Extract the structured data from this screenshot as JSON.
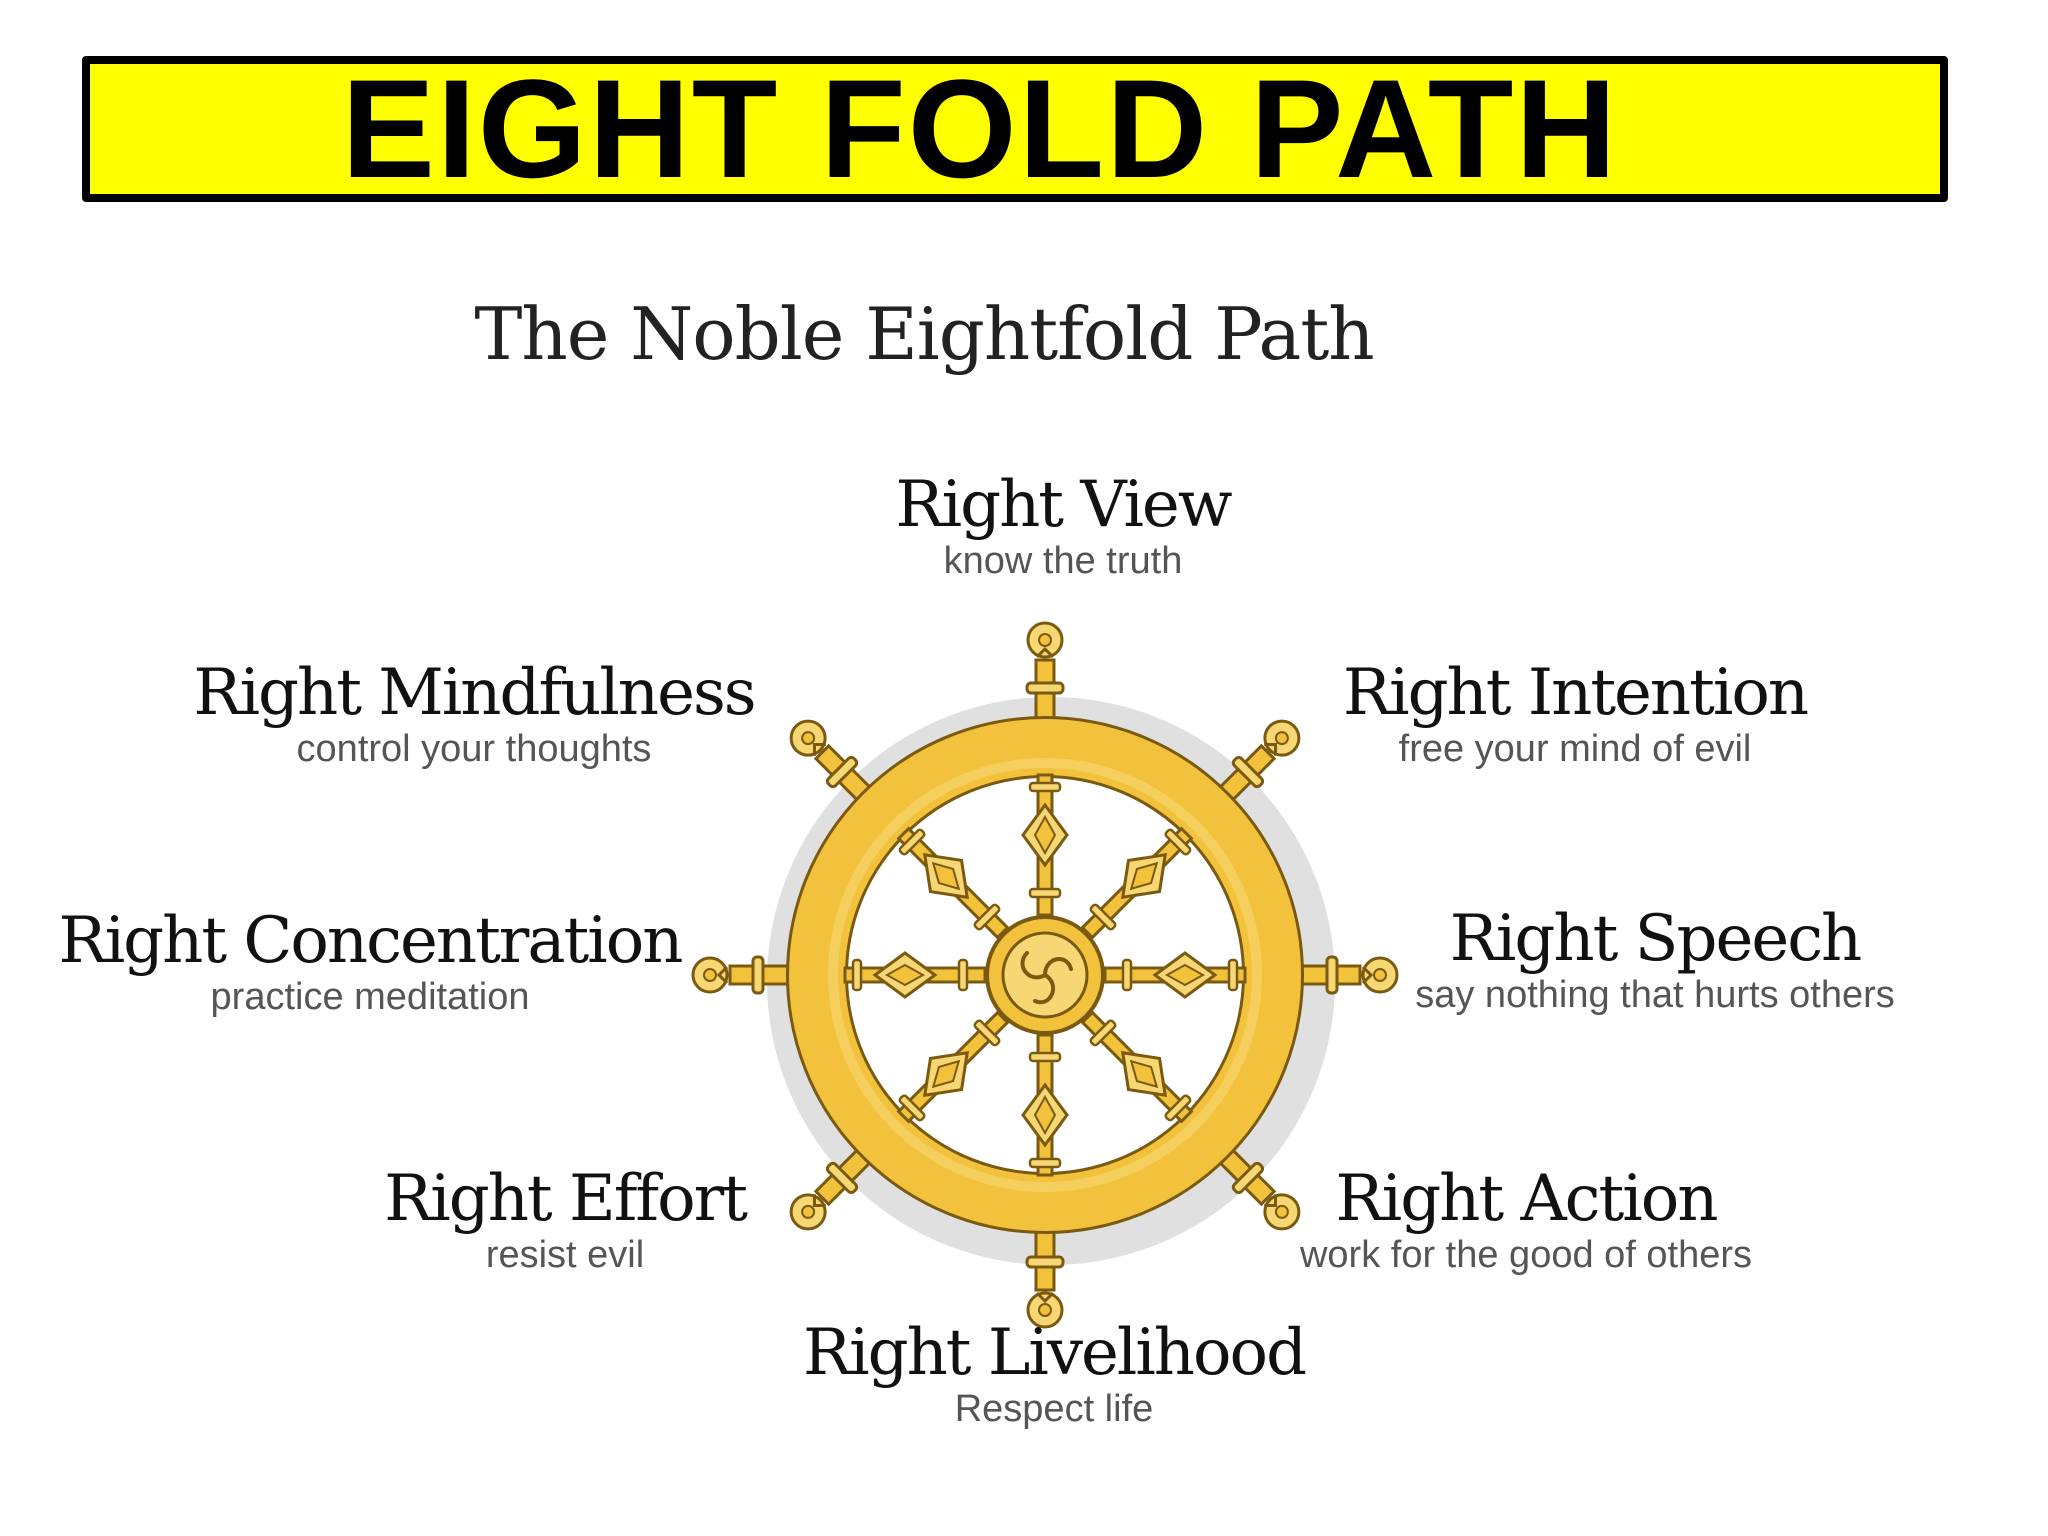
{
  "title": "EIGHT FOLD PATH",
  "subtitle": "The Noble Eightfold Path",
  "colors": {
    "banner": "#ffff00",
    "banner_border": "#000000",
    "wheel_gold": "#f3c23c",
    "wheel_light": "#f7d774",
    "wheel_outline": "#7a5a10"
  },
  "wheel_icon": "dharma-wheel-icon",
  "paths": {
    "view": {
      "name": "Right View",
      "desc": "know the truth"
    },
    "intention": {
      "name": "Right Intention",
      "desc": "free your mind of evil"
    },
    "speech": {
      "name": "Right Speech",
      "desc": "say nothing that hurts others"
    },
    "action": {
      "name": "Right Action",
      "desc": "work for the good of others"
    },
    "livelihood": {
      "name": "Right Livelihood",
      "desc": "Respect life"
    },
    "effort": {
      "name": "Right Effort",
      "desc": "resist evil"
    },
    "concentration": {
      "name": "Right Concentration",
      "desc": "practice meditation"
    },
    "mindfulness": {
      "name": "Right Mindfulness",
      "desc": "control your thoughts"
    }
  }
}
